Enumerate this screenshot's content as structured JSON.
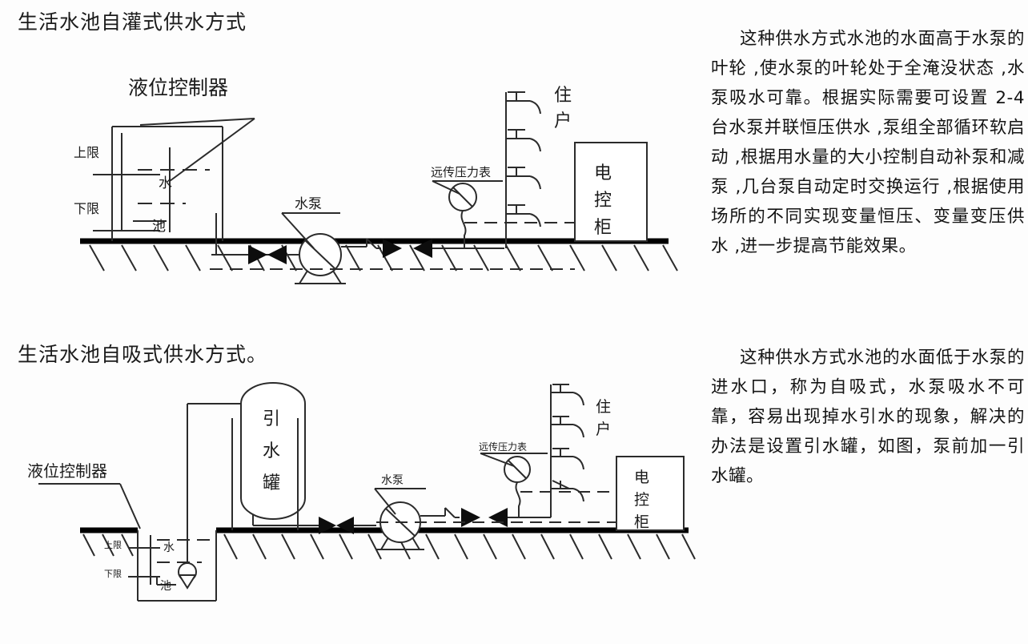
{
  "document": {
    "kind": "engineering-diagram-sheet",
    "language": "zh-CN"
  },
  "figures": [
    {
      "id": "figure-1",
      "title": "生活水池自灌式供水方式",
      "labels": {
        "level_controller": "液位控制器",
        "upper_limit": "上限",
        "lower_limit": "下限",
        "water": "水",
        "pool": "池",
        "pump": "水泵",
        "pressure_gauge": "远传压力表",
        "residents_line1": "住",
        "residents_line2": "户",
        "cabinet_line1": "电",
        "cabinet_line2": "控",
        "cabinet_line3": "柜"
      },
      "floors": 4
    },
    {
      "id": "figure-2",
      "title": "生活水池自吸式供水方式。",
      "labels": {
        "level_controller": "液位控制器",
        "upper_limit": "上限",
        "lower_limit": "下限",
        "water": "水",
        "pool": "池",
        "priming_tank_line1": "引",
        "priming_tank_line2": "水",
        "priming_tank_line3": "罐",
        "pump": "水泵",
        "pressure_gauge": "远传压力表",
        "residents_line1": "住",
        "residents_line2": "户",
        "cabinet_line1": "电",
        "cabinet_line2": "控",
        "cabinet_line3": "柜"
      },
      "floors": 4
    }
  ],
  "notes": [
    {
      "id": "note-1",
      "text": "这种供水方式水池的水面高于水泵的叶轮 ,使水泵的叶轮处于全淹没状态 ,水泵吸水可靠。根据实际需要可设置 2-4 台水泵并联恒压供水 ,泵组全部循环软启动 ,根据用水量的大小控制自动补泵和减泵 ,几台泵自动定时交换运行 ,根据使用场所的不同实现变量恒压、变量变压供水 ,进一步提高节能效果。"
    },
    {
      "id": "note-2",
      "text": "这种供水方式水池的水面低于水泵的进水口，称为自吸式，水泵吸水不可靠，容易出现掉水引水的现象，解决的办法是设置引水罐，如图，泵前加一引水罐。"
    }
  ],
  "colors": {
    "ink": "#1b1b1b",
    "line": "#2b2b2b",
    "ground": "#000000",
    "paper": "#fdfdfd"
  }
}
